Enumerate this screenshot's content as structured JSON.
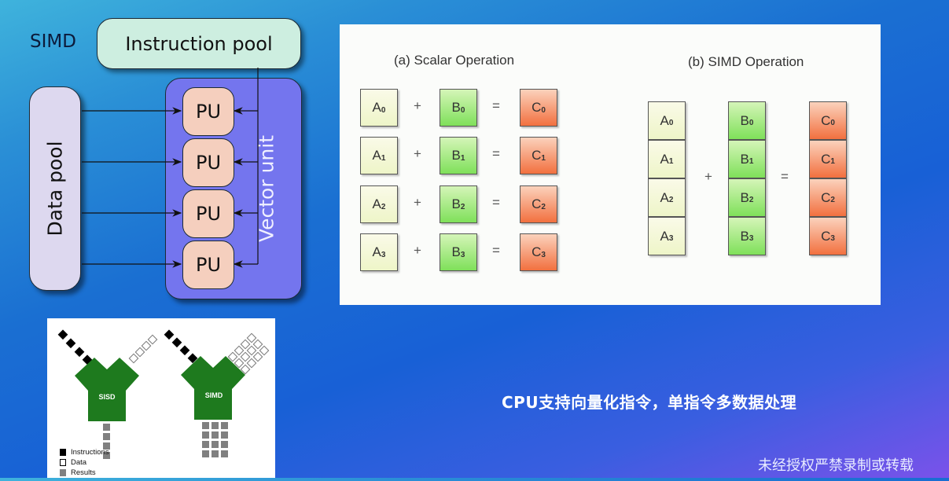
{
  "simd_diagram": {
    "label": "SIMD",
    "instruction_pool": "Instruction pool",
    "data_pool": "Data pool",
    "vector_unit": "Vector unit",
    "processing_units": [
      "PU",
      "PU",
      "PU",
      "PU"
    ],
    "colors": {
      "instruction_pool": "#cdeee0",
      "data_pool": "#ddd8ef",
      "vector_unit": "#7475ee",
      "pu": "#f5cfbe"
    }
  },
  "operations": {
    "scalar": {
      "title": "(a) Scalar Operation",
      "rows": [
        {
          "a": "A",
          "b": "B",
          "c": "C",
          "i": "0",
          "plus": "+",
          "eq": "="
        },
        {
          "a": "A",
          "b": "B",
          "c": "C",
          "i": "1",
          "plus": "+",
          "eq": "="
        },
        {
          "a": "A",
          "b": "B",
          "c": "C",
          "i": "2",
          "plus": "+",
          "eq": "="
        },
        {
          "a": "A",
          "b": "B",
          "c": "C",
          "i": "3",
          "plus": "+",
          "eq": "="
        }
      ]
    },
    "simd": {
      "title": "(b) SIMD Operation",
      "a_cells": [
        "A",
        "A",
        "A",
        "A"
      ],
      "b_cells": [
        "B",
        "B",
        "B",
        "B"
      ],
      "c_cells": [
        "C",
        "C",
        "C",
        "C"
      ],
      "indices": [
        "0",
        "1",
        "2",
        "3"
      ],
      "plus": "+",
      "eq": "="
    }
  },
  "flynn": {
    "sisd_label": "SISD",
    "simd_label": "SIMD",
    "legend": [
      {
        "label": "Instructions",
        "color": "#000000"
      },
      {
        "label": "Data",
        "color": "#ffffff"
      },
      {
        "label": "Results",
        "color": "#808080"
      }
    ],
    "block_color": "#1e7a1e"
  },
  "caption": "CPU支持向量化指令，单指令多数据处理",
  "watermark": "未经授权严禁录制或转载"
}
